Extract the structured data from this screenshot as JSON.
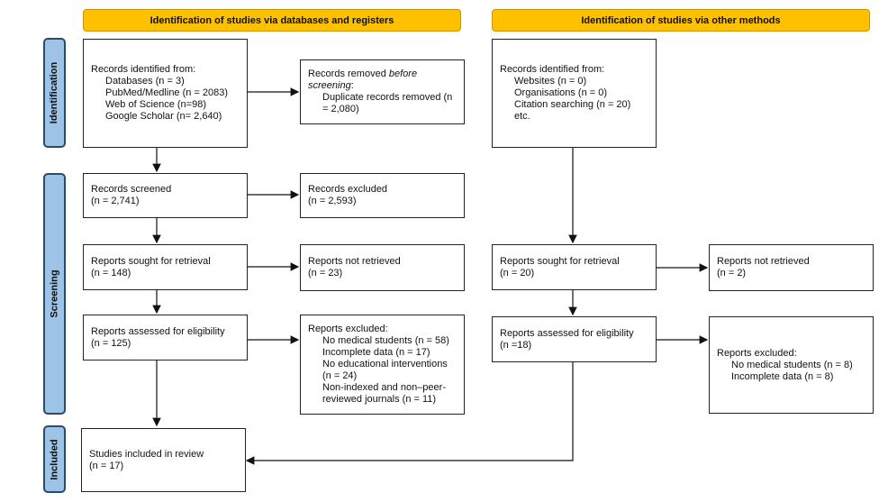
{
  "headers": {
    "databases": "Identification of studies via databases and registers",
    "other": "Identification of studies via other methods"
  },
  "phases": {
    "identification": "Identification",
    "screening": "Screening",
    "included": "Included"
  },
  "db": {
    "identified": {
      "title": "Records identified from:",
      "items": [
        "Databases (n = 3)",
        "PubMed/Medline (n = 2083)",
        "Web of Science (n=98)",
        "Google Scholar (n= 2,640)"
      ]
    },
    "removed": {
      "title_a": "Records removed ",
      "title_em": "before screening",
      "title_b": ":",
      "items": [
        "Duplicate records removed (n = 2,080)"
      ]
    },
    "screened": {
      "title": "Records screened",
      "n": "(n = 2,741)"
    },
    "excluded": {
      "title": "Records excluded",
      "n": "(n = 2,593)"
    },
    "sought": {
      "title": "Reports sought for retrieval",
      "n": "(n = 148)"
    },
    "not_retrieved": {
      "title": "Reports not retrieved",
      "n": "(n = 23)"
    },
    "assessed": {
      "title": "Reports assessed for eligibility",
      "n": "(n = 125)"
    },
    "reports_excluded": {
      "title": "Reports excluded:",
      "items": [
        "No medical students (n = 58)",
        "Incomplete data (n = 17)",
        "No educational interventions (n = 24)",
        "Non-indexed and non–peer-reviewed journals (n = 11)"
      ]
    },
    "included": {
      "title": "Studies included in review",
      "n": "(n = 17)"
    }
  },
  "other": {
    "identified": {
      "title": "Records identified from:",
      "items": [
        "Websites (n = 0)",
        "Organisations (n = 0)",
        "Citation searching (n = 20)",
        "etc."
      ]
    },
    "sought": {
      "title": "Reports sought for retrieval",
      "n": "(n = 20)"
    },
    "not_retrieved": {
      "title": "Reports not retrieved",
      "n": "(n = 2)"
    },
    "assessed": {
      "title": "Reports assessed for eligibility",
      "n": "(n =18)"
    },
    "reports_excluded": {
      "title": "Reports excluded:",
      "items": [
        "No medical students (n = 8)",
        "Incomplete data (n = 8)"
      ]
    }
  },
  "colors": {
    "header": "#FFC000",
    "phase": "#9DC3E6"
  }
}
